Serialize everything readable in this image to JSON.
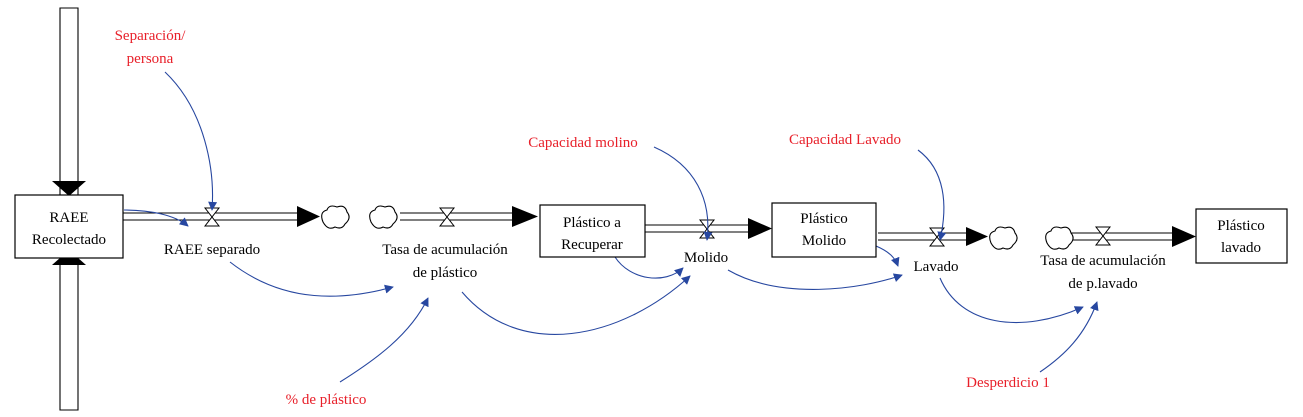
{
  "stocks": {
    "raee_recolectado": [
      "RAEE",
      "Recolectado"
    ],
    "plastico_a_recuperar": [
      "Plástico a",
      "Recuperar"
    ],
    "plastico_molido": [
      "Plástico",
      "Molido"
    ],
    "plastico_lavado": [
      "Plástico",
      "lavado"
    ]
  },
  "flows": {
    "raee_separado": "RAEE separado",
    "tasa_acum_plastico": [
      "Tasa de acumulación",
      "de plástico"
    ],
    "molido": "Molido",
    "lavado": "Lavado",
    "tasa_acum_plavado": [
      "Tasa de acumulación",
      "de p.lavado"
    ]
  },
  "auxiliaries": {
    "separacion_persona": [
      "Separación/",
      "persona"
    ],
    "capacidad_molino": "Capacidad molino",
    "capacidad_lavado": "Capacidad Lavado",
    "pct_plastico": "% de plástico",
    "desperdicio": "Desperdicio 1"
  },
  "colors": {
    "auxiliary_text": "#e8202a",
    "link_arrow": "#2747a0",
    "text": "#000000"
  }
}
